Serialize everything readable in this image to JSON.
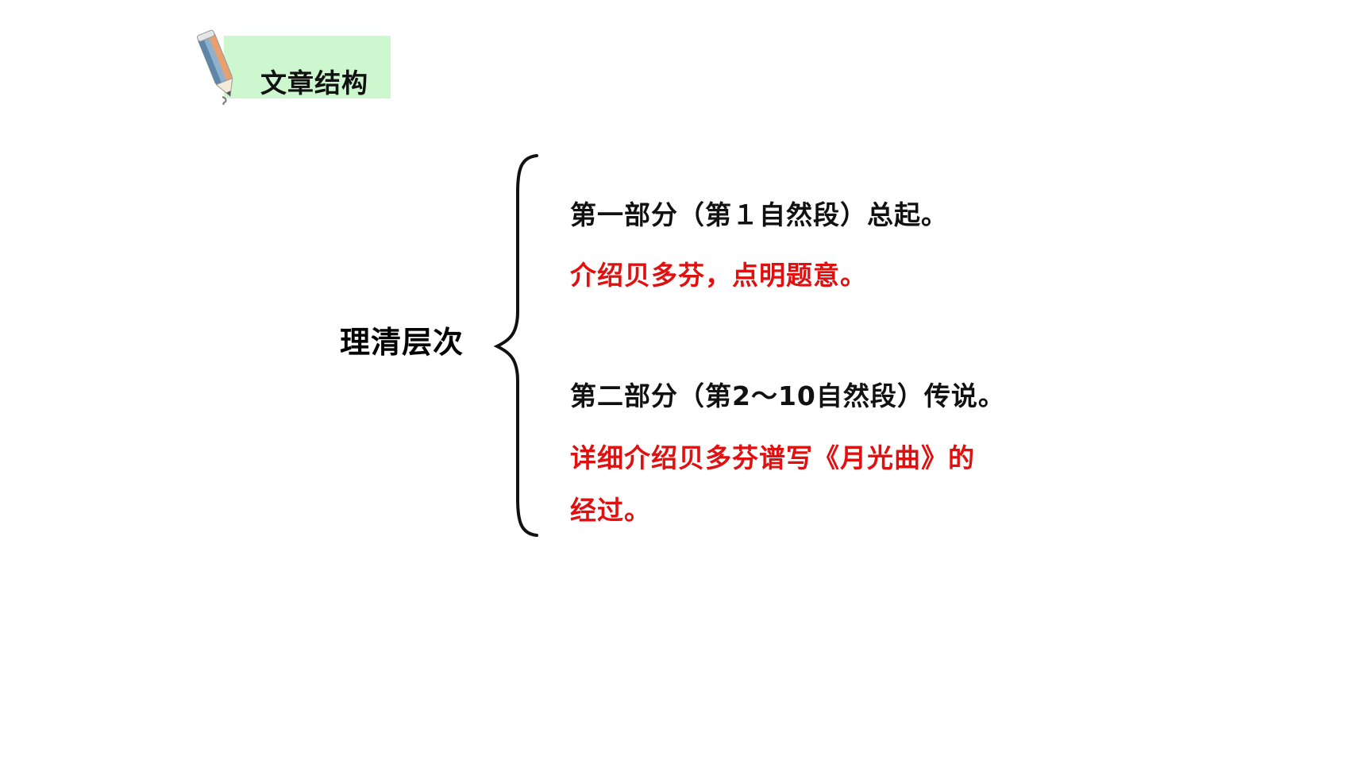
{
  "header": {
    "title": "文章结构",
    "icon": "pencil-icon",
    "box_color": "#ccf7cf"
  },
  "diagram": {
    "root_label": "理清层次",
    "parts": [
      {
        "heading": "第一部分（第１自然段）总起。",
        "summary_lines": [
          "介绍贝多芬，点明题意。"
        ]
      },
      {
        "heading": "第二部分（第2～10自然段）传说。",
        "summary_lines": [
          "详细介绍贝多芬谱写《月光曲》的",
          "经过。"
        ]
      }
    ],
    "colors": {
      "heading": "#111111",
      "summary": "#e01010"
    }
  }
}
